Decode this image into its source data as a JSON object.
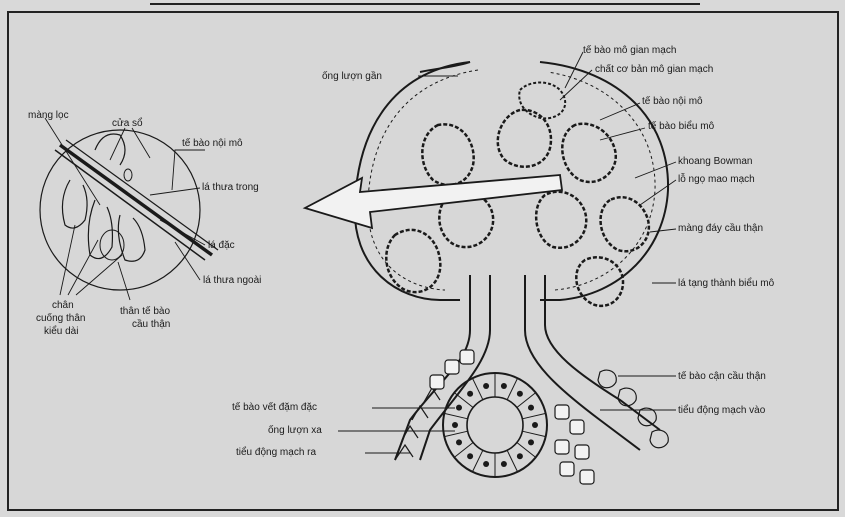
{
  "left_inset": {
    "labels": {
      "mang_loc": "màng lọc",
      "cua_so": "cửa sổ",
      "te_bao_noi_mo": "tế bào nội mô",
      "la_thua_trong": "lá thưa trong",
      "la_dac": "lá đặc",
      "la_thua_ngoai": "lá thưa ngoài",
      "chan_cuong_than_1": "chân",
      "chan_cuong_than_2": "cuống thân",
      "chan_cuong_than_3": "kiểu dài",
      "than_te_bao_1": "thân tế bào",
      "than_te_bao_2": "cầu thận"
    }
  },
  "right_labels": {
    "te_bao_mo_gian_mach": "tế bào mô gian mạch",
    "chat_co_ban": "chất cơ bản mô gian mạch",
    "te_bao_noi_mo": "tế bào nội mô",
    "te_bao_bieu_mo": "tế bào biểu mô",
    "khoang_bowman": "khoang Bowman",
    "lo_ngo": "lỗ ngọ mao mạch",
    "mang_day": "màng đáy cầu thận",
    "la_thanh": "lá tạng thành biểu mô",
    "te_bao_can_cau_than": "tế bào cận cầu thận",
    "tieu_dong_mach_vao": "tiểu động mạch vào"
  },
  "left_labels": {
    "ong_luon_gan": "ống lượn gần",
    "te_bao_vet_dam": "tế bào vết đặm đặc",
    "ong_luon_xa": "ống lượn xa",
    "tieu_dong_mach_ra": "tiểu động mạch ra"
  },
  "colors": {
    "paper": "#d9d9d9",
    "ink": "#1a1a1a",
    "cell_fill": "#f2f2f2"
  }
}
